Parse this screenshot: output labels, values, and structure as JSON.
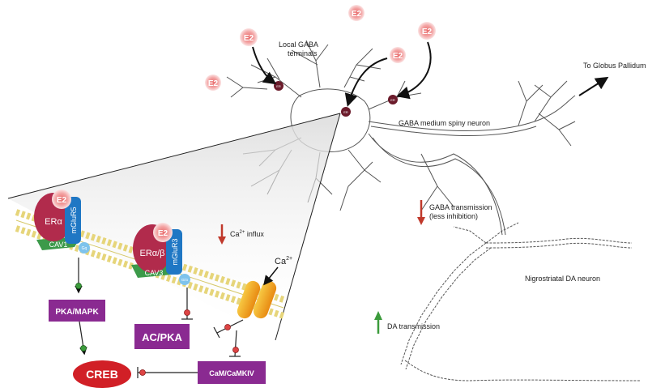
{
  "e2_label": "E2",
  "er_label": "ER",
  "labels": {
    "local_gaba": [
      "Local GABA",
      "terminals"
    ],
    "to_globus": "To Globus Pallidum",
    "gaba_msn": "GABA medium spiny neuron",
    "gaba_trans": [
      "GABA transmission",
      "(less inhibition)"
    ],
    "nigrostriatal": "Nigrostriatal DA neuron",
    "da_trans": "DA transmission",
    "ca_influx_pre": "Ca",
    "ca_influx_sup": "2+",
    "ca_influx_post": " influx",
    "ca_pre": "Ca",
    "ca_sup": "2+"
  },
  "receptors": {
    "er_alpha": "ERα",
    "er_alpha_beta": "ERα/β",
    "mglur5": "mGluR5",
    "mglur3": "mGluR3",
    "cav1": "CAV1",
    "cav3": "CAV3",
    "gq": "Gq",
    "gi": "Gi/o"
  },
  "boxes": {
    "pka_mapk": "PKA/MAPK",
    "ac_pka": "AC/PKA",
    "cam": "CaM/CaMKIV",
    "creb": "CREB"
  },
  "colors": {
    "purple": "#8a2a91",
    "red_arrow": "#c0392b",
    "green_arrow": "#3b9b3b",
    "creb_red": "#d11f26",
    "er_maroon": "#b12b4c",
    "mglur_blue": "#1f77c4",
    "cav_green": "#3c9a4a",
    "e2_pink": "#f3a3a3",
    "channel_orange": "#f3a21c"
  }
}
